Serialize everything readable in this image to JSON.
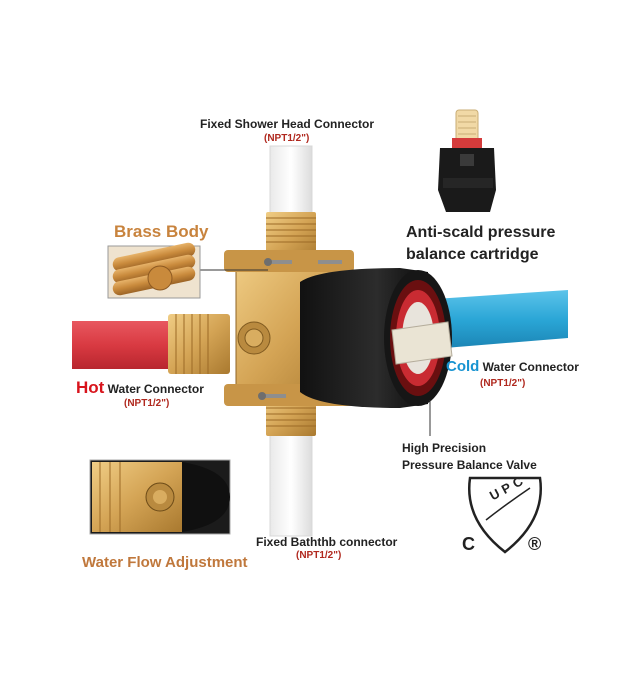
{
  "labels": {
    "shower_head": "Fixed Shower Head Connector",
    "shower_head_npt": "(NPT1/2\")",
    "brass_body": "Brass Body",
    "cartridge_line1": "Anti-scald pressure",
    "cartridge_line2": "balance cartridge",
    "hot_word": "Hot",
    "hot_rest": " Water Connector",
    "hot_npt": "(NPT1/2\")",
    "cold_word": "Cold",
    "cold_rest": " Water Connector",
    "cold_npt": "(NPT1/2\")",
    "valve_line1": "High Precision",
    "valve_line2": "Pressure Balance Valve",
    "bathtub": "Fixed Baththb connector",
    "bathtub_npt": "(NPT1/2\")",
    "flow": "Water Flow Adjustment"
  },
  "logo": {
    "shield_text": "UPC",
    "c_mark": "C",
    "reg_mark": "®"
  },
  "colors": {
    "hot_pipe": "#d9363e",
    "cold_pipe": "#2aa6d6",
    "brass": "#d4a455",
    "cap": "#1a1a1a"
  }
}
